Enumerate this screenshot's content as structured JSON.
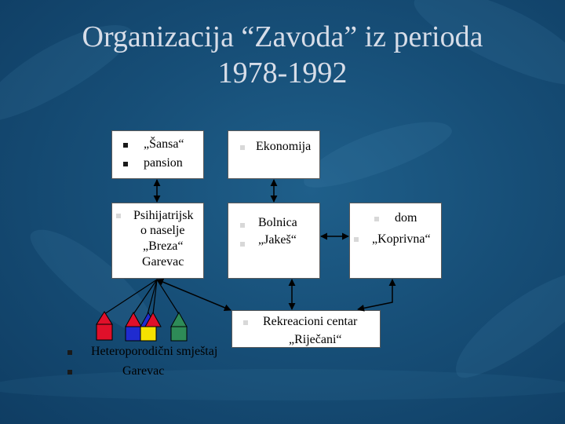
{
  "slide": {
    "title_line1": "Organizacija “Zavoda” iz perioda",
    "title_line2": "1978-1992"
  },
  "nodes": {
    "sansa": {
      "line1": "„Šansa“",
      "line2": "pansion"
    },
    "psihijatrijsko": {
      "line1": "Psihijatrijsk",
      "line2": "o naselje",
      "line3": "„Breza“",
      "line4": "Garevac"
    },
    "ekonomija": {
      "label": "Ekonomija"
    },
    "bolnica": {
      "line1": "Bolnica",
      "line2": "„Jakeš“"
    },
    "dom": {
      "line1": "dom",
      "line2": "„Koprivna“"
    },
    "rekreacioni": {
      "line1": "Rekreacioni centar",
      "line2": "„Riječani“"
    },
    "heteroporodicni": {
      "line1": "Heteroporodični smještaj",
      "line2": "Garevac"
    }
  },
  "colors": {
    "background": "#174f78",
    "title": "#d7dde8",
    "house_red": "#e0102a",
    "house_blue": "#1f2bd0",
    "house_yellow": "#f4e200",
    "house_green": "#2e8b57"
  }
}
